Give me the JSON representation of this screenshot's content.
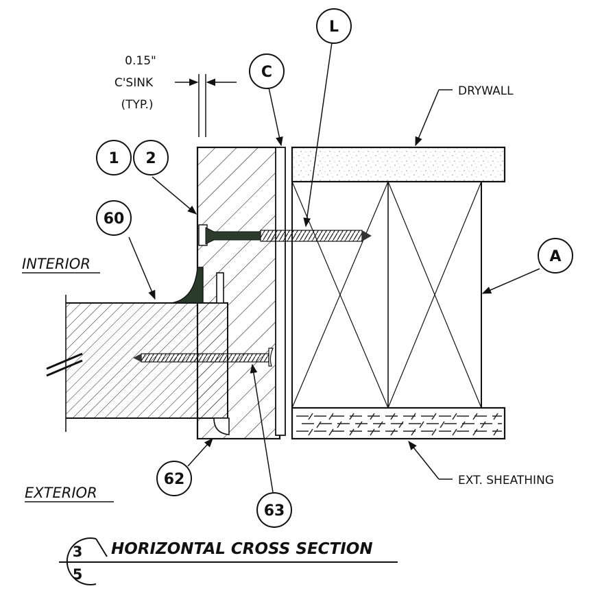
{
  "labels": {
    "countersink_dim": "0.15\"",
    "countersink_name": "C'SINK",
    "countersink_typ": "(TYP.)",
    "drywall": "DRYWALL",
    "ext_sheathing": "EXT. SHEATHING",
    "interior": "INTERIOR",
    "exterior": "EXTERIOR"
  },
  "callouts": {
    "L": "L",
    "C": "C",
    "one": "1",
    "two": "2",
    "sixty": "60",
    "A": "A",
    "sixty_two": "62",
    "sixty_three": "63"
  },
  "title": {
    "detail_number": "3",
    "sheet_number": "5",
    "text": "HORIZONTAL CROSS SECTION"
  }
}
